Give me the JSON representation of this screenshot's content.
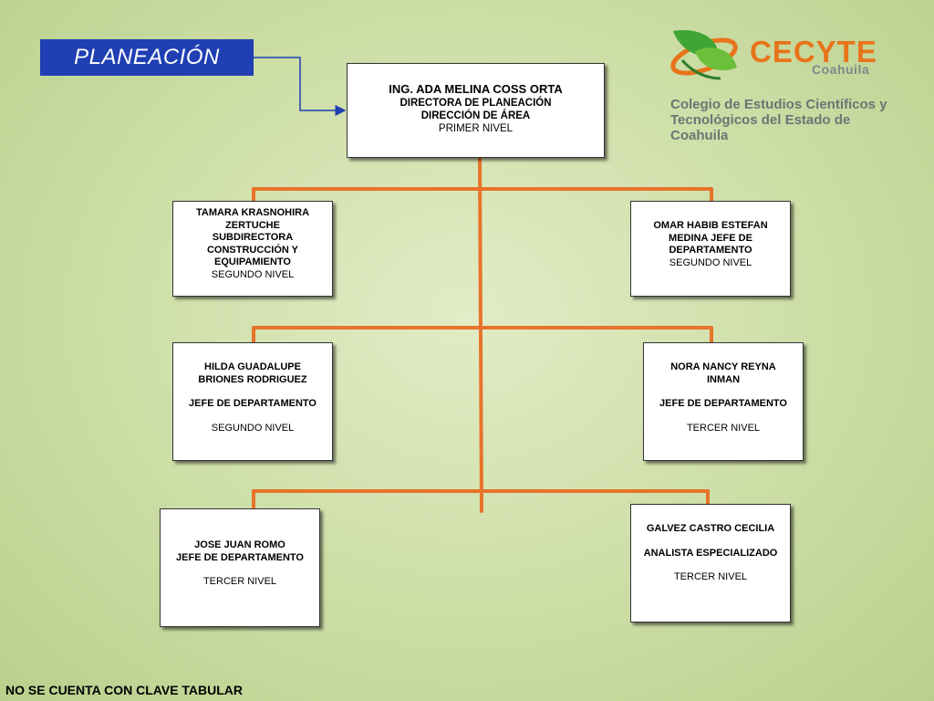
{
  "header": {
    "title": "PLANEACIÓN"
  },
  "logo": {
    "brand": "CECYTE",
    "region": "Coahuila",
    "college_line1": "Colegio de Estudios Científicos y",
    "college_line2": "Tecnológicos del Estado de Coahuila",
    "colors": {
      "leaf_green": "#3fa535",
      "swoosh_orange": "#e8741a",
      "text_gray": "#6b7575"
    }
  },
  "org": {
    "top": {
      "name": "ING. ADA MELINA COSS ORTA",
      "line1": "DIRECTORA DE PLANEACIÓN",
      "line2": "DIRECCIÓN DE ÁREA",
      "level": "PRIMER NIVEL"
    },
    "nodes": [
      {
        "lines": [
          "TAMARA KRASNOHIRA",
          "ZERTUCHE",
          "SUBDIRECTORA",
          "CONSTRUCCIÓN Y",
          "EQUIPAMIENTO"
        ],
        "level": "SEGUNDO NIVEL"
      },
      {
        "lines": [
          "OMAR HABIB ESTEFAN",
          "MEDINA JEFE DE",
          "DEPARTAMENTO"
        ],
        "level": "SEGUNDO NIVEL"
      },
      {
        "name_lines": [
          "HILDA GUADALUPE",
          "BRIONES RODRIGUEZ"
        ],
        "title": "JEFE DE DEPARTAMENTO",
        "level": "SEGUNDO NIVEL"
      },
      {
        "name_lines": [
          "NORA NANCY REYNA",
          "INMAN"
        ],
        "title": "JEFE DE DEPARTAMENTO",
        "level": "TERCER NIVEL"
      },
      {
        "name": "JOSE JUAN ROMO",
        "title": "JEFE DE DEPARTAMENTO",
        "level": "TERCER NIVEL"
      },
      {
        "name": "GALVEZ CASTRO CECILIA",
        "title": "ANALISTA ESPECIALIZADO",
        "level": "TERCER NIVEL"
      }
    ],
    "connector_color": "#e8732a",
    "arrow_color": "#1f3fb3"
  },
  "footer": {
    "note": "NO SE CUENTA CON CLAVE TABULAR"
  }
}
